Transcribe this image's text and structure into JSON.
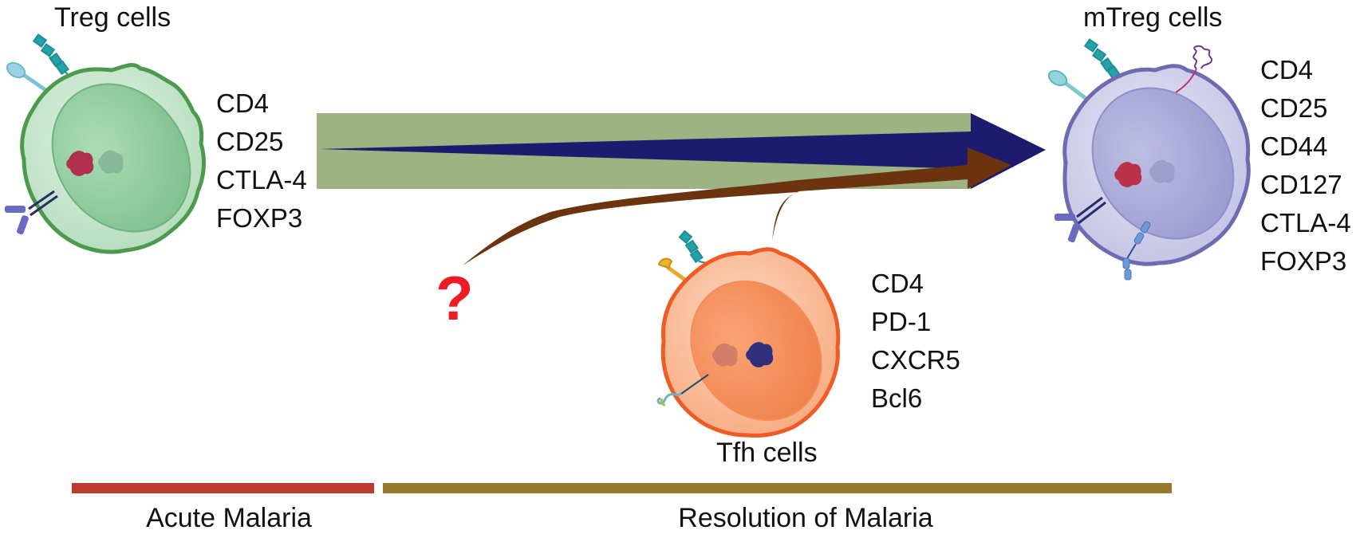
{
  "colors": {
    "treg_fill": "#bfe3c6",
    "treg_nucleus": "#8fcf9f",
    "treg_outline": "#4d9a4f",
    "mtreg_fill": "#cdcdea",
    "mtreg_nucleus": "#a9a8d8",
    "mtreg_outline": "#6e6bb0",
    "tfh_fill": "#f8b68e",
    "tfh_nucleus": "#f48a57",
    "tfh_outline": "#ef5b24",
    "green_band": "#9db383",
    "navy_arrow": "#1e1b6e",
    "brown_arrow": "#6b340e",
    "question_mark": "#ee1c24",
    "acute_bar": "#c0392f",
    "resolution_bar": "#957a2b"
  },
  "cells": {
    "treg": {
      "title": "Treg cells",
      "markers": [
        "CD4",
        "CD25",
        "CTLA-4",
        "FOXP3"
      ]
    },
    "mtreg": {
      "title": "mTreg cells",
      "markers": [
        "CD4",
        "CD25",
        "CD44",
        "CD127",
        "CTLA-4",
        "FOXP3"
      ]
    },
    "tfh": {
      "title": "Tfh cells",
      "markers": [
        "CD4",
        "PD-1",
        "CXCR5",
        "Bcl6"
      ]
    }
  },
  "unknown_origin": "?",
  "timeline": {
    "phases": [
      {
        "label": "Acute Malaria"
      },
      {
        "label": "Resolution of Malaria"
      }
    ]
  }
}
